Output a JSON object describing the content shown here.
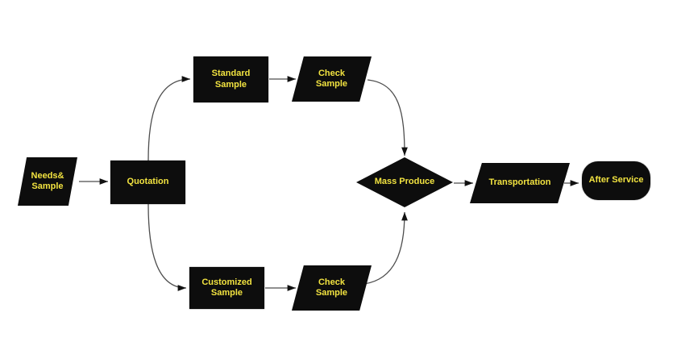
{
  "diagram": {
    "colors": {
      "background": "#ffffff",
      "node_fill": "#0d0d0d",
      "label_text": "#f2e340",
      "connector_line": "#4d4d4d",
      "arrowhead": "#111111"
    },
    "nodes": {
      "needs_sample": {
        "shape": "parallelogram",
        "line1": "Needs&",
        "line2": "Sample"
      },
      "quotation": {
        "shape": "rectangle",
        "line1": "Quotation"
      },
      "standard_sample": {
        "shape": "rectangle",
        "line1": "Standard",
        "line2": "Sample"
      },
      "check_sample_top": {
        "shape": "parallelogram",
        "line1": "Check",
        "line2": "Sample"
      },
      "customized_sample": {
        "shape": "rectangle",
        "line1": "Customized",
        "line2": "Sample"
      },
      "check_sample_bottom": {
        "shape": "parallelogram",
        "line1": "Check",
        "line2": "Sample"
      },
      "mass_produce": {
        "shape": "diamond",
        "line1": "Mass Produce"
      },
      "transportation": {
        "shape": "parallelogram",
        "line1": "Transportation"
      },
      "after_service": {
        "shape": "rounded",
        "line1": "After Service"
      }
    },
    "edges": [
      {
        "from": "needs_sample",
        "to": "quotation"
      },
      {
        "from": "quotation",
        "to": "standard_sample"
      },
      {
        "from": "quotation",
        "to": "customized_sample"
      },
      {
        "from": "standard_sample",
        "to": "check_sample_top"
      },
      {
        "from": "check_sample_top",
        "to": "mass_produce"
      },
      {
        "from": "customized_sample",
        "to": "check_sample_bottom"
      },
      {
        "from": "check_sample_bottom",
        "to": "mass_produce"
      },
      {
        "from": "mass_produce",
        "to": "transportation"
      },
      {
        "from": "transportation",
        "to": "after_service"
      }
    ]
  }
}
